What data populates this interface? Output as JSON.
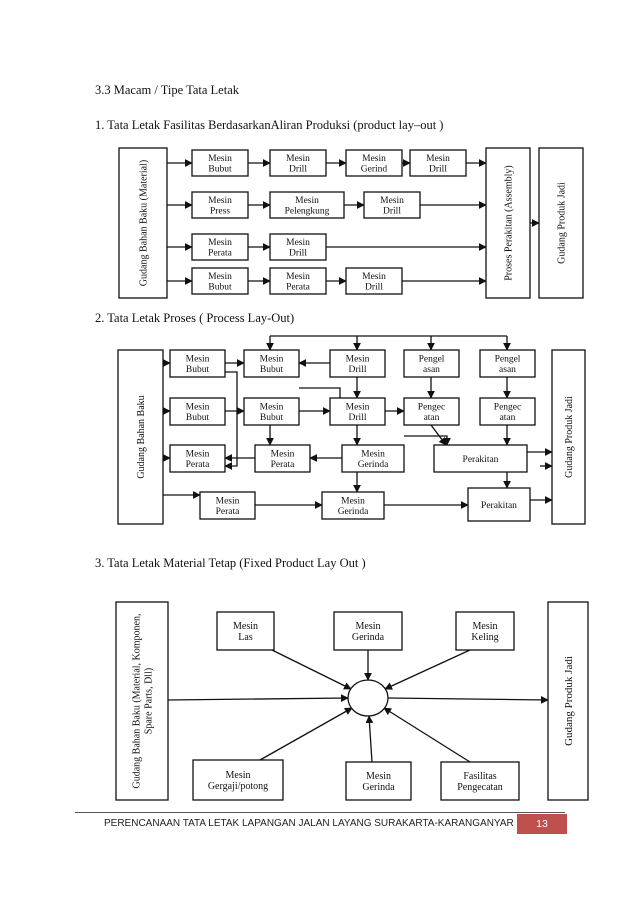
{
  "section_title": "3.3 Macam / Tipe Tata Letak",
  "item1": "1.   Tata Letak Fasilitas BerdasarkanAliran Produksi (product lay–out )",
  "item2": "2.   Tata Letak Proses ( Process Lay-Out)",
  "item3": "3.   Tata Letak Material Tetap (Fixed Product Lay Out )",
  "diagram1": {
    "left": "Gudang Bahan Baku (Material)",
    "assembly": "Proses Perakitan (Assembly)",
    "right": "Gudang Produk Jadi",
    "row1": [
      [
        "Mesin",
        "Bubut"
      ],
      [
        "Mesin",
        "Drill"
      ],
      [
        "Mesin",
        "Gerind"
      ],
      [
        "Mesin",
        "Drill"
      ]
    ],
    "row2": [
      [
        "Mesin",
        "Press"
      ],
      [
        "Mesin",
        "Pelengkung"
      ],
      [
        "Mesin",
        "Drill"
      ]
    ],
    "row3": [
      [
        "Mesin",
        "Perata"
      ],
      [
        "Mesin",
        "Drill"
      ]
    ],
    "row4": [
      [
        "Mesin",
        "Bubut"
      ],
      [
        "Mesin",
        "Perata"
      ],
      [
        "Mesin",
        "Drill"
      ]
    ]
  },
  "diagram2": {
    "left": "Gudang Bahan Baku",
    "right": "Gudang Produk Jadi",
    "r1": [
      [
        "Mesin",
        "Bubut"
      ],
      [
        "Mesin",
        "Bubut"
      ],
      [
        "Mesin",
        "Drill"
      ],
      [
        "Pengel",
        "asan"
      ],
      [
        "Pengel",
        "asan"
      ]
    ],
    "r2": [
      [
        "Mesin",
        "Bubut"
      ],
      [
        "Mesin",
        "Bubut"
      ],
      [
        "Mesin",
        "Drill"
      ],
      [
        "Pengec",
        "atan"
      ],
      [
        "Pengec",
        "atan"
      ]
    ],
    "r3": [
      [
        "Mesin",
        "Perata"
      ],
      [
        "Mesin",
        "Perata"
      ],
      [
        "Mesin",
        "Gerinda"
      ]
    ],
    "r3_assembly": "Perakitan",
    "r4": [
      [
        "Mesin",
        "Perata"
      ],
      [
        "Mesin",
        "Gerinda"
      ]
    ],
    "r4_assembly": "Perakitan"
  },
  "diagram3": {
    "left": [
      "Gudang Bahan Baku (Material, Komponen,",
      "Spare Parts, Dll)"
    ],
    "right": "Gudang Produk Jadi",
    "top": [
      [
        "Mesin",
        "Las"
      ],
      [
        "Mesin",
        "Gerinda"
      ],
      [
        "Mesin",
        "Keling"
      ]
    ],
    "bottom": [
      [
        "Mesin",
        "Gergaji/potong"
      ],
      [
        "Mesin",
        "Gerinda"
      ],
      [
        "Fasilitas",
        "Pengecatan"
      ]
    ]
  },
  "footer": {
    "text": "PERENCANAAN TATA LETAK LAPANGAN JALAN LAYANG SURAKARTA-KARANGANYAR",
    "page": "13"
  }
}
